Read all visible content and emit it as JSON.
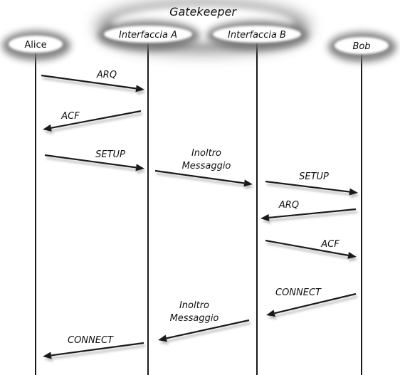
{
  "title": "Gatekeeper",
  "participants": [
    {
      "id": "alice",
      "label": "Alice",
      "italic": false
    },
    {
      "id": "ifaceA",
      "label": "Interfaccia A",
      "italic": true
    },
    {
      "id": "ifaceB",
      "label": "Interfaccia B",
      "italic": true
    },
    {
      "id": "bob",
      "label": "Bob",
      "italic": true
    }
  ],
  "messages": [
    {
      "from": "alice",
      "to": "ifaceA",
      "lines": [
        "ARQ"
      ]
    },
    {
      "from": "ifaceA",
      "to": "alice",
      "lines": [
        "ACF"
      ]
    },
    {
      "from": "alice",
      "to": "ifaceA",
      "lines": [
        "SETUP"
      ]
    },
    {
      "from": "ifaceA",
      "to": "ifaceB",
      "lines": [
        "Inoltro",
        "Messaggio"
      ]
    },
    {
      "from": "ifaceB",
      "to": "bob",
      "lines": [
        "SETUP"
      ]
    },
    {
      "from": "bob",
      "to": "ifaceB",
      "lines": [
        "ARQ"
      ]
    },
    {
      "from": "ifaceB",
      "to": "bob",
      "lines": [
        "ACF"
      ]
    },
    {
      "from": "bob",
      "to": "ifaceB",
      "lines": [
        "CONNECT"
      ]
    },
    {
      "from": "ifaceB",
      "to": "ifaceA",
      "lines": [
        "Inoltro",
        "Messaggio"
      ]
    },
    {
      "from": "ifaceA",
      "to": "alice",
      "lines": [
        "CONNECT"
      ]
    }
  ],
  "colors": {
    "line": "#1a1a1a",
    "shadow": "#9a9a9a",
    "ellipse_fill": "#ffffff",
    "glow": "#6e6e6e"
  }
}
